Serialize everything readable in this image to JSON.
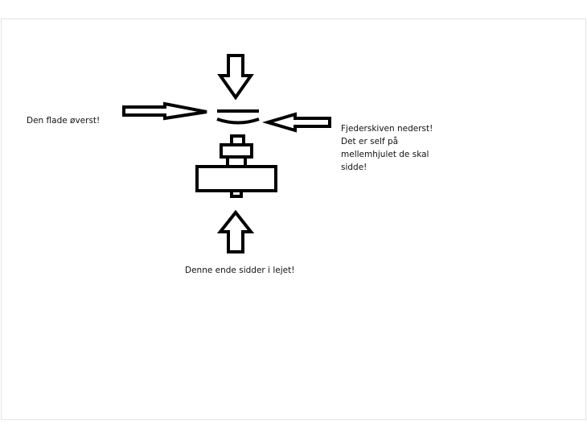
{
  "labels": {
    "top_flat": "Den flade øverst!",
    "spring_washer": [
      "Fjederskiven nederst!",
      "Det er self på",
      "mellemhjulet de skal",
      "sidde!"
    ],
    "bearing_end": "Denne ende sidder i lejet!"
  },
  "colors": {
    "stroke": "#000000",
    "background": "#ffffff"
  }
}
